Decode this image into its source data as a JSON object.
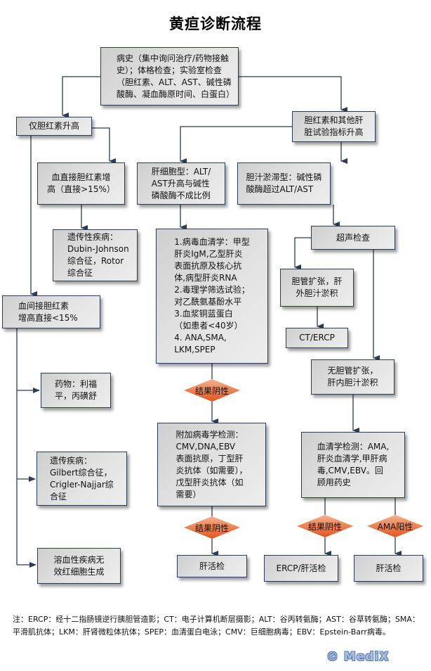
{
  "title": "黄疸诊断流程",
  "nodes": {
    "history": "病史（集中询问治疗/药物接触\n史）；体格检查；实验室检查\n（胆红素、ALT、AST、碱性磷\n酸酶、凝血酶原时间、白蛋白）",
    "bilirubin_only": "仅胆红素升高",
    "bilirubin_and_liver": "胆红素和其他肝\n脏试验指标升高",
    "direct_bilirubin": "血直接胆红素增\n高（直接>15%）",
    "hepatocellular": "肝细胞型：ALT/\nAST升高与碱性\n磷酸酶不成比例",
    "cholestatic": "胆汁淤滞型：碱性磷\n酸酶超过ALT/AST",
    "hereditary_dubin": "遗传性疾病：\nDubin-Johnson\n综合征，Rotor\n综合征",
    "workup_list": "1.病毒血清学：甲型\n   肝炎IgM,乙型肝炎\n   表面抗原及核心抗\n   体,病型肝炎RNA\n 2.毒理学筛选试验；\n   对乙酰氨基酚水平\n3.血浆铜蓝蛋白\n  （如患者<40岁）\n4.  ANA,SMA,\n     LKM,SPEP",
    "ultrasound": "超声检查",
    "indirect_bilirubin": "血间接胆红素\n增高直接<15%",
    "duct_dilated": "胆管扩张，肝\n外胆汁淤积",
    "ct_ercp": "CT/ERCP",
    "no_duct_dilated": "无胆管扩张，\n肝内胆汁淤积",
    "drugs": "药物：利福\n平，丙磺舒",
    "additional_virology": "附加病毒学检测：\nCMV,DNA,EBV\n表面抗原，丁型肝\n炎抗体（如需要），\n戊型肝炎抗体（如\n需要）",
    "hereditary_gilbert": "遗传疾病：\nGilbert综合征，\nCrigler-Najjar综\n合征",
    "serology": "血清学检测：AMA,\n肝炎血清学,甲肝病\n毒,CMV,EBV。回\n顾用药史",
    "hemolysis": "溶血性疾病无\n效红细胞生成",
    "liver_biopsy_center": "肝活检",
    "ercp_biopsy": "ERCP/肝活检",
    "liver_biopsy_right": "肝活检"
  },
  "decisions": {
    "negative_1": "结果阴性",
    "negative_2": "结果阴性",
    "negative_3": "结果阴性",
    "ama_positive": "AMA阳性"
  },
  "colors": {
    "box_border": "#2b3d55",
    "line": "#2b3d55",
    "diamond_top": "#f6b18e",
    "diamond_bottom": "#e2541c"
  },
  "note": "注：ERCP：经十二指肠镜逆行胰胆管造影；CT：电子计算机断层摄影；ALT：谷丙转氨酶；AST：谷草转氨酶；SMA：平滑肌抗体；LKM：肝肾微粒体抗体；SPEP：血清蛋白电泳；CMV：巨细胞病毒；EBV：Epstein-Barr病毒。",
  "watermark": "© MediX"
}
